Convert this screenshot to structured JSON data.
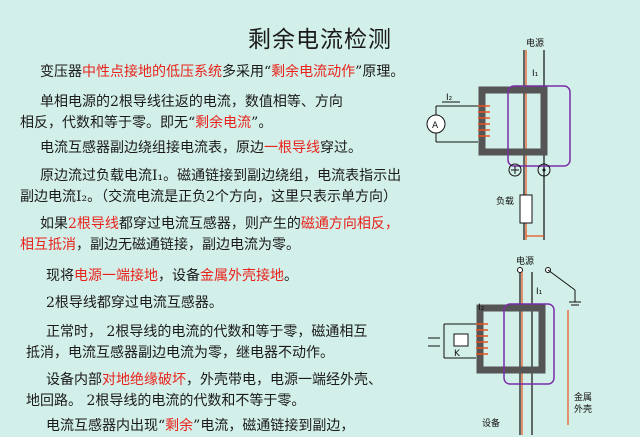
{
  "title": "剩余电流检测",
  "p1": {
    "a": "变压器",
    "b": "中性点接地的低压系统",
    "c": "多采用“",
    "d": "剩余电流动作",
    "e": "”原理。"
  },
  "p2": {
    "l1": "单相电源的2根导线往返的电流，数值相等、方向",
    "l2a": "相反，代数和等于零。即无“",
    "l2b": "剩余电流",
    "l2c": "”。"
  },
  "p3": {
    "a": "电流互感器副边绕组接电流表，原边",
    "b": "一根导线",
    "c": "穿过。"
  },
  "p4": {
    "l1": "原边流过负载电流I₁。磁通链接到副边绕组，电流表指示出",
    "l2": "副边电流I₂。（交流电流是正负2个方向，这里只表示单方向）"
  },
  "p5": {
    "a": "如果",
    "b": "2根导线",
    "c": "都穿过电流互感器，则产生的",
    "d": "磁通方向相反，",
    "e": "相互抵消",
    "f": "，副边无磁通链接，副边电流为零。"
  },
  "p6": {
    "a": "现将",
    "b": "电源一端接地",
    "c": "，设备",
    "d": "金属外壳接地",
    "e": "。"
  },
  "p7": "2根导线都穿过电流互感器。",
  "p8": {
    "l1": "正常时， 2根导线的电流的代数和等于零，磁通相互",
    "l2": "抵消，电流互感器副边电流为零，继电器不动作。"
  },
  "p9": {
    "a": "设备内部",
    "b": "对地绝缘破坏",
    "c": "，外壳带电，电源一端经外壳、",
    "l2": "地回路。 2根导线的电流的代数和不等于零。"
  },
  "p10": {
    "a": "电流互感器内出现“",
    "b": "剩余",
    "c": "”电流，磁通链接到副边，"
  },
  "d1": {
    "power": "电源",
    "i1": "I₁",
    "i2": "I₂",
    "ammeter": "A",
    "load": "负载"
  },
  "d2": {
    "power": "电源",
    "i1": "I₁",
    "i2": "I₂",
    "relay": "K",
    "shell_l1": "金属",
    "shell_l2": "外壳",
    "device": "设备"
  }
}
